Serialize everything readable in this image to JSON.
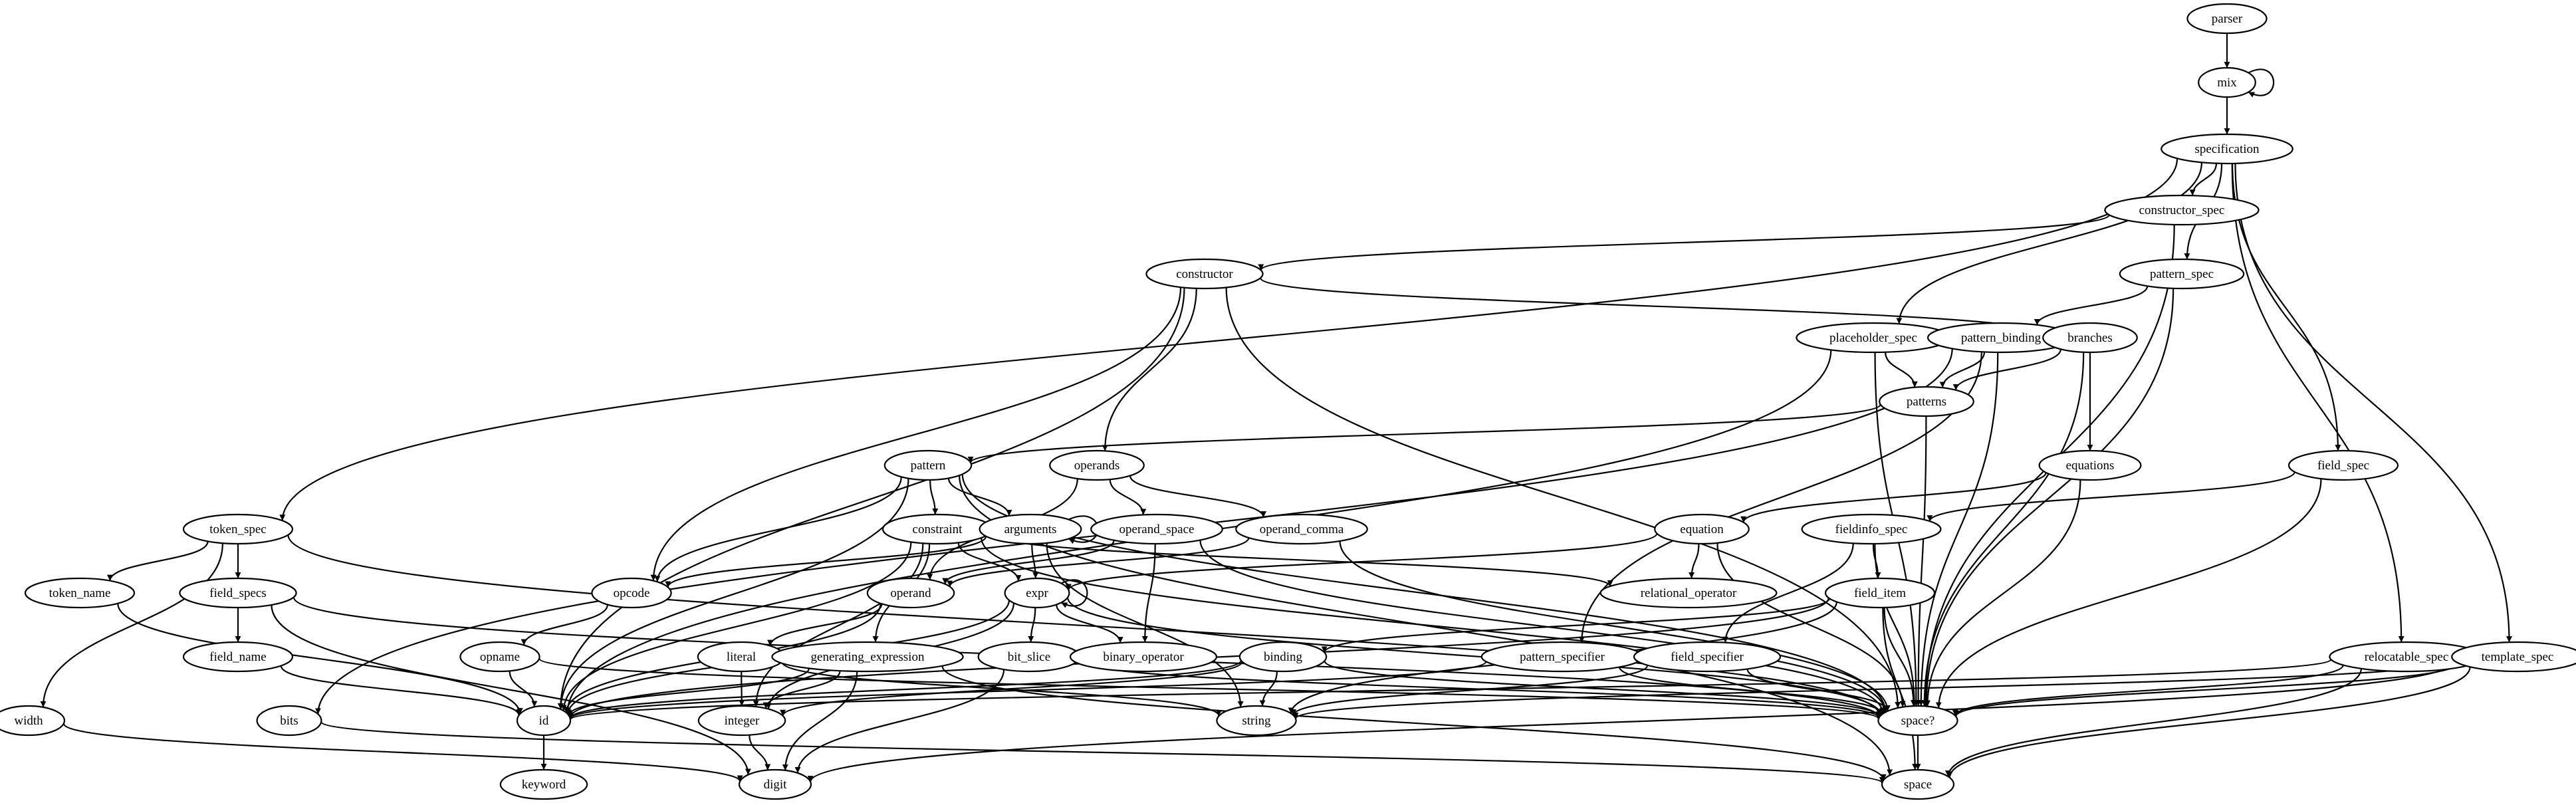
{
  "graph": {
    "nodes": [
      {
        "id": "parser",
        "label": "parser"
      },
      {
        "id": "mix",
        "label": "mix"
      },
      {
        "id": "specification",
        "label": "specification"
      },
      {
        "id": "constructor_spec",
        "label": "constructor_spec"
      },
      {
        "id": "constructor",
        "label": "constructor"
      },
      {
        "id": "pattern_spec",
        "label": "pattern_spec"
      },
      {
        "id": "placeholder_spec",
        "label": "placeholder_spec"
      },
      {
        "id": "pattern_binding",
        "label": "pattern_binding"
      },
      {
        "id": "branches",
        "label": "branches"
      },
      {
        "id": "patterns",
        "label": "patterns"
      },
      {
        "id": "equations",
        "label": "equations"
      },
      {
        "id": "field_spec",
        "label": "field_spec"
      },
      {
        "id": "pattern",
        "label": "pattern"
      },
      {
        "id": "operands",
        "label": "operands"
      },
      {
        "id": "token_spec",
        "label": "token_spec"
      },
      {
        "id": "constraint",
        "label": "constraint"
      },
      {
        "id": "arguments",
        "label": "arguments"
      },
      {
        "id": "operand_space",
        "label": "operand_space"
      },
      {
        "id": "operand_comma",
        "label": "operand_comma"
      },
      {
        "id": "equation",
        "label": "equation"
      },
      {
        "id": "fieldinfo_spec",
        "label": "fieldinfo_spec"
      },
      {
        "id": "token_name",
        "label": "token_name"
      },
      {
        "id": "field_specs",
        "label": "field_specs"
      },
      {
        "id": "opcode",
        "label": "opcode"
      },
      {
        "id": "operand",
        "label": "operand"
      },
      {
        "id": "expr",
        "label": "expr"
      },
      {
        "id": "relational_operator",
        "label": "relational_operator"
      },
      {
        "id": "field_item",
        "label": "field_item"
      },
      {
        "id": "field_name",
        "label": "field_name"
      },
      {
        "id": "opname",
        "label": "opname"
      },
      {
        "id": "literal",
        "label": "literal"
      },
      {
        "id": "generating_expression",
        "label": "generating_expression"
      },
      {
        "id": "bit_slice",
        "label": "bit_slice"
      },
      {
        "id": "binary_operator",
        "label": "binary_operator"
      },
      {
        "id": "binding",
        "label": "binding"
      },
      {
        "id": "pattern_specifier",
        "label": "pattern_specifier"
      },
      {
        "id": "field_specifier",
        "label": "field_specifier"
      },
      {
        "id": "relocatable_spec",
        "label": "relocatable_spec"
      },
      {
        "id": "template_spec",
        "label": "template_spec"
      },
      {
        "id": "width",
        "label": "width"
      },
      {
        "id": "bits",
        "label": "bits"
      },
      {
        "id": "id",
        "label": "id"
      },
      {
        "id": "integer",
        "label": "integer"
      },
      {
        "id": "string",
        "label": "string"
      },
      {
        "id": "space_q",
        "label": "space?"
      },
      {
        "id": "keyword",
        "label": "keyword"
      },
      {
        "id": "digit",
        "label": "digit"
      },
      {
        "id": "space",
        "label": "space"
      }
    ],
    "edges": [
      [
        "parser",
        "mix"
      ],
      [
        "mix",
        "mix"
      ],
      [
        "mix",
        "specification"
      ],
      [
        "specification",
        "constructor_spec"
      ],
      [
        "specification",
        "pattern_spec"
      ],
      [
        "specification",
        "placeholder_spec"
      ],
      [
        "specification",
        "field_spec"
      ],
      [
        "specification",
        "relocatable_spec"
      ],
      [
        "specification",
        "template_spec"
      ],
      [
        "specification",
        "token_spec"
      ],
      [
        "constructor_spec",
        "constructor"
      ],
      [
        "constructor_spec",
        "space_q"
      ],
      [
        "constructor",
        "opcode"
      ],
      [
        "constructor",
        "operands"
      ],
      [
        "constructor",
        "branches"
      ],
      [
        "constructor",
        "id"
      ],
      [
        "constructor",
        "space_q"
      ],
      [
        "pattern_spec",
        "pattern_binding"
      ],
      [
        "pattern_spec",
        "space_q"
      ],
      [
        "placeholder_spec",
        "patterns"
      ],
      [
        "placeholder_spec",
        "id"
      ],
      [
        "placeholder_spec",
        "space_q"
      ],
      [
        "pattern_binding",
        "patterns"
      ],
      [
        "pattern_binding",
        "bits"
      ],
      [
        "pattern_binding",
        "pattern_specifier"
      ],
      [
        "pattern_binding",
        "space_q"
      ],
      [
        "branches",
        "patterns"
      ],
      [
        "branches",
        "equations"
      ],
      [
        "branches",
        "space_q"
      ],
      [
        "patterns",
        "pattern"
      ],
      [
        "patterns",
        "space_q"
      ],
      [
        "equations",
        "equation"
      ],
      [
        "equations",
        "space_q"
      ],
      [
        "field_spec",
        "fieldinfo_spec"
      ],
      [
        "field_spec",
        "space_q"
      ],
      [
        "pattern",
        "constraint"
      ],
      [
        "pattern",
        "arguments"
      ],
      [
        "pattern",
        "opcode"
      ],
      [
        "pattern",
        "id"
      ],
      [
        "pattern",
        "space_q"
      ],
      [
        "pattern",
        "space"
      ],
      [
        "operands",
        "operand_space"
      ],
      [
        "operands",
        "operand_comma"
      ],
      [
        "operands",
        "operand"
      ],
      [
        "token_spec",
        "token_name"
      ],
      [
        "token_spec",
        "field_specs"
      ],
      [
        "token_spec",
        "width"
      ],
      [
        "token_spec",
        "space_q"
      ],
      [
        "constraint",
        "expr"
      ],
      [
        "constraint",
        "generating_expression"
      ],
      [
        "constraint",
        "relational_operator"
      ],
      [
        "constraint",
        "integer"
      ],
      [
        "constraint",
        "id"
      ],
      [
        "constraint",
        "space_q"
      ],
      [
        "arguments",
        "arguments"
      ],
      [
        "arguments",
        "expr"
      ],
      [
        "arguments",
        "string"
      ],
      [
        "arguments",
        "opcode"
      ],
      [
        "operand_space",
        "operand"
      ],
      [
        "operand_space",
        "binary_operator"
      ],
      [
        "operand_space",
        "space_q"
      ],
      [
        "operand_comma",
        "operand"
      ],
      [
        "operand_comma",
        "space_q"
      ],
      [
        "equation",
        "relational_operator"
      ],
      [
        "equation",
        "expr"
      ],
      [
        "equation",
        "space_q"
      ],
      [
        "fieldinfo_spec",
        "field_item"
      ],
      [
        "fieldinfo_spec",
        "field_specifier"
      ],
      [
        "fieldinfo_spec",
        "space_q"
      ],
      [
        "token_name",
        "id"
      ],
      [
        "field_specs",
        "field_name"
      ],
      [
        "field_specs",
        "digit"
      ],
      [
        "field_specs",
        "space_q"
      ],
      [
        "opcode",
        "opname"
      ],
      [
        "operand",
        "literal"
      ],
      [
        "operand",
        "id"
      ],
      [
        "expr",
        "expr"
      ],
      [
        "expr",
        "bit_slice"
      ],
      [
        "expr",
        "binary_operator"
      ],
      [
        "expr",
        "integer"
      ],
      [
        "expr",
        "id"
      ],
      [
        "expr",
        "space_q"
      ],
      [
        "field_item",
        "binding"
      ],
      [
        "field_item",
        "string"
      ],
      [
        "field_item",
        "id"
      ],
      [
        "field_item",
        "space_q"
      ],
      [
        "field_item",
        "space"
      ],
      [
        "field_name",
        "id"
      ],
      [
        "opname",
        "id"
      ],
      [
        "opname",
        "space_q"
      ],
      [
        "literal",
        "integer"
      ],
      [
        "literal",
        "string"
      ],
      [
        "generating_expression",
        "id"
      ],
      [
        "generating_expression",
        "digit"
      ],
      [
        "generating_expression",
        "space"
      ],
      [
        "generating_expression",
        "integer"
      ],
      [
        "bit_slice",
        "digit"
      ],
      [
        "bit_slice",
        "space_q"
      ],
      [
        "binding",
        "id"
      ],
      [
        "binding",
        "string"
      ],
      [
        "binding",
        "integer"
      ],
      [
        "binding",
        "space_q"
      ],
      [
        "pattern_specifier",
        "id"
      ],
      [
        "pattern_specifier",
        "space_q"
      ],
      [
        "field_specifier",
        "string"
      ],
      [
        "field_specifier",
        "space_q"
      ],
      [
        "relocatable_spec",
        "id"
      ],
      [
        "relocatable_spec",
        "space_q"
      ],
      [
        "relocatable_spec",
        "space"
      ],
      [
        "template_spec",
        "string"
      ],
      [
        "template_spec",
        "space_q"
      ],
      [
        "template_spec",
        "digit"
      ],
      [
        "template_spec",
        "space"
      ],
      [
        "width",
        "digit"
      ],
      [
        "bits",
        "space"
      ],
      [
        "id",
        "keyword"
      ],
      [
        "integer",
        "digit"
      ],
      [
        "space_q",
        "space"
      ]
    ]
  }
}
